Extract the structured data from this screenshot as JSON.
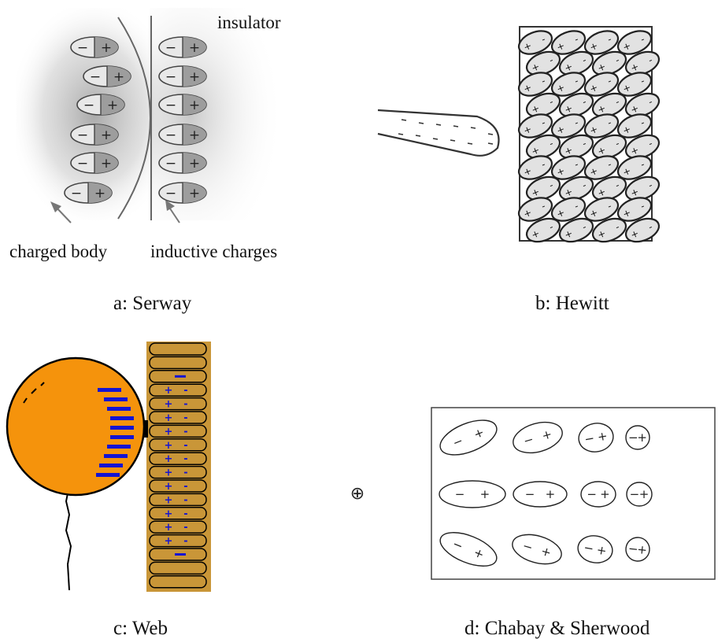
{
  "figure": {
    "panels": [
      {
        "id": "a",
        "caption": "a: Serway",
        "labels": {
          "insulator": "insulator",
          "charged_body": "charged body",
          "inductive_charges": "inductive charges"
        },
        "dipole_symbols": {
          "neg": "−",
          "pos": "+"
        }
      },
      {
        "id": "b",
        "caption": "b: Hewitt",
        "symbols": {
          "neg": "-",
          "pos": "+"
        }
      },
      {
        "id": "c",
        "caption": "c: Web",
        "colors": {
          "balloon": "#f5930c",
          "wall": "#c99638",
          "charge": "#1414d2"
        },
        "symbols": {
          "neg": "-",
          "pos": "+"
        }
      },
      {
        "id": "d",
        "caption": "d: Chabay & Sherwood",
        "point_charge": "⊕",
        "symbols": {
          "neg": "−",
          "pos": "+"
        }
      }
    ]
  }
}
